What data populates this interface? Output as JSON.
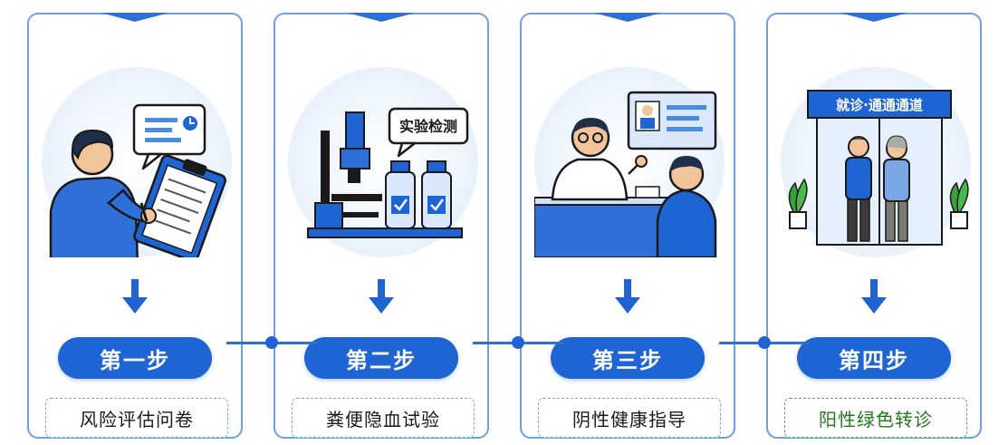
{
  "steps": [
    {
      "label": "第一步",
      "desc": "风险评估问卷",
      "illustration": "questionnaire-illustration"
    },
    {
      "label": "第二步",
      "desc": "粪便隐血试验",
      "illustration": "lab-test-illustration",
      "bubble_text": "实验检测"
    },
    {
      "label": "第三步",
      "desc": "阴性健康指导",
      "illustration": "doctor-consultation-illustration"
    },
    {
      "label": "第四步",
      "desc": "阳性绿色转诊",
      "illustration": "green-channel-illustration",
      "sign_text": "就诊·通通通道"
    }
  ],
  "colors": {
    "primary": "#1e64d2",
    "border": "#6f9fe3",
    "positive_text": "#1f7a1f",
    "circle_bg": "#dceafa"
  }
}
